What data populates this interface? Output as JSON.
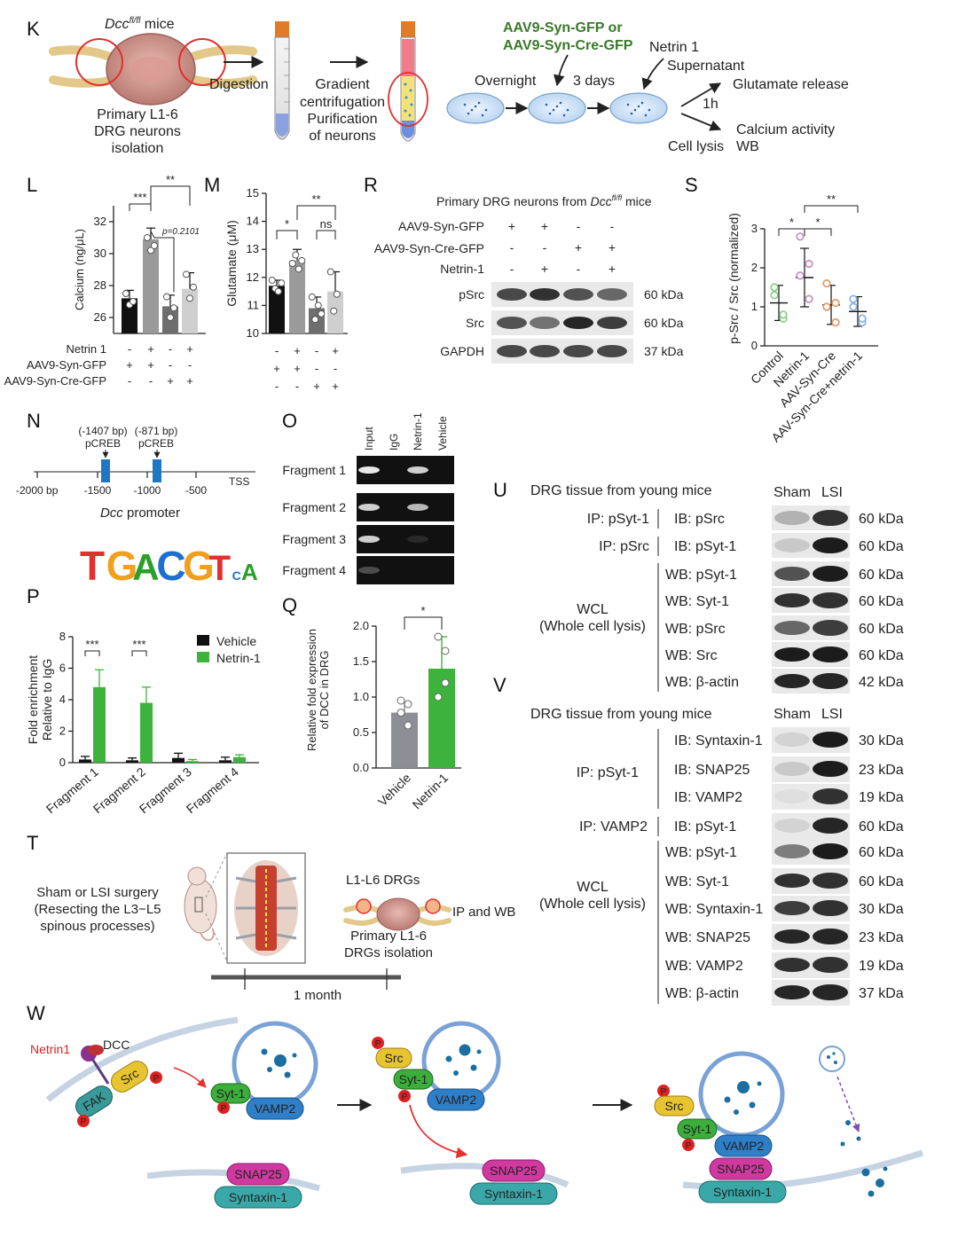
{
  "panels": {
    "K": "K",
    "L": "L",
    "M": "M",
    "R": "R",
    "S": "S",
    "N": "N",
    "O": "O",
    "P": "P",
    "Q": "Q",
    "U": "U",
    "V": "V",
    "T": "T",
    "W": "W"
  },
  "colors": {
    "black_bar": "#111111",
    "gray_bar": "#9a9a9a",
    "dark_gray_bar": "#6e6e6e",
    "light_gray_bar": "#cfcfcf",
    "green": "#3db33d",
    "vehicle_bar": "#8e8e96",
    "red_arrow": "#e53030",
    "blue_motif": "#1f77b4"
  },
  "k": {
    "mice_italic": "Dcc",
    "mice_sup": "fl/fl",
    "mice_suffix": " mice",
    "isolation": [
      "Primary L1-6",
      "DRG neurons",
      "isolation"
    ],
    "digestion": "Digestion",
    "gradient": [
      "Gradient",
      "centrifugation",
      "Purification",
      "of neurons"
    ],
    "aav": [
      "AAV9-Syn-GFP or",
      "AAV9-Syn-Cre-GFP"
    ],
    "netrin": "Netrin 1",
    "overnight": "Overnight",
    "days": "3 days",
    "supernatant": "Supernatant",
    "glutamate": "Glutamate release",
    "hour": "1h",
    "calcium": "Calcium activity",
    "lysis": "Cell lysis",
    "wb": "WB"
  },
  "conditions": {
    "row_labels": [
      "Netrin 1",
      "AAV9-Syn-GFP",
      "AAV9-Syn-Cre-GFP"
    ],
    "netrin": [
      "-",
      "+",
      "-",
      "+"
    ],
    "gfp": [
      "+",
      "+",
      "-",
      "-"
    ],
    "cre": [
      "-",
      "-",
      "+",
      "+"
    ]
  },
  "r": {
    "title_pre": "Primary DRG neurons from ",
    "title_italic": "Dcc",
    "title_sup": "fl/fl",
    "title_post": " mice",
    "rows": [
      "AAV9-Syn-GFP",
      "AAV9-Syn-Cre-GFP",
      "Netrin-1"
    ],
    "gfp": [
      "+",
      "+",
      "-",
      "-"
    ],
    "cre": [
      "-",
      "-",
      "+",
      "+"
    ],
    "netrin": [
      "-",
      "+",
      "-",
      "+"
    ],
    "bands": [
      {
        "name": "pSrc",
        "kda": "60 kDa"
      },
      {
        "name": "Src",
        "kda": "60 kDa"
      },
      {
        "name": "GAPDH",
        "kda": "37 kDa"
      }
    ]
  },
  "n": {
    "site1": [
      "(-1407 bp)",
      "pCREB"
    ],
    "site2": [
      "(-871 bp)",
      "pCREB"
    ],
    "ticks": [
      "-2000 bp",
      "-1500",
      "-1000",
      "-500",
      "TSS"
    ],
    "promoter_italic": "Dcc",
    "promoter_suffix": " promoter",
    "motif": "TGACGTCA"
  },
  "o": {
    "lanes": [
      "Input",
      "IgG",
      "Netrin-1",
      "Vehicle"
    ],
    "fragments": [
      "Fragment 1",
      "Fragment 2",
      "Fragment 3",
      "Fragment 4"
    ]
  },
  "u": {
    "title": "DRG tissue from young mice",
    "sham": "Sham",
    "lsi": "LSI",
    "ip_rows": [
      {
        "ip": "IP: pSyt-1",
        "ib": "IB: pSrc",
        "kda": "60 kDa"
      },
      {
        "ip": "IP: pSrc",
        "ib": "IB: pSyt-1",
        "kda": "60 kDa"
      }
    ],
    "wcl": [
      "WCL",
      "(Whole cell lysis)"
    ],
    "wb_rows": [
      {
        "wb": "WB: pSyt-1",
        "kda": "60 kDa"
      },
      {
        "wb": "WB: Syt-1",
        "kda": "60 kDa"
      },
      {
        "wb": "WB: pSrc",
        "kda": "60 kDa"
      },
      {
        "wb": "WB: Src",
        "kda": "60 kDa"
      },
      {
        "wb": "WB: β-actin",
        "kda": "42 kDa"
      }
    ]
  },
  "v": {
    "title": "DRG tissue from young mice",
    "sham": "Sham",
    "lsi": "LSI",
    "ip1": "IP: pSyt-1",
    "ip1_rows": [
      {
        "ib": "IB: Syntaxin-1",
        "kda": "30 kDa"
      },
      {
        "ib": "IB: SNAP25",
        "kda": "23 kDa"
      },
      {
        "ib": "IB: VAMP2",
        "kda": "19 kDa"
      }
    ],
    "ip2": "IP: VAMP2",
    "ip2_row": {
      "ib": "IB: pSyt-1",
      "kda": "60 kDa"
    },
    "wcl": [
      "WCL",
      "(Whole cell lysis)"
    ],
    "wb_rows": [
      {
        "wb": "WB: pSyt-1",
        "kda": "60 kDa"
      },
      {
        "wb": "WB: Syt-1",
        "kda": "60 kDa"
      },
      {
        "wb": "WB: Syntaxin-1",
        "kda": "30 kDa"
      },
      {
        "wb": "WB: SNAP25",
        "kda": "23 kDa"
      },
      {
        "wb": "WB: VAMP2",
        "kda": "19 kDa"
      },
      {
        "wb": "WB: β-actin",
        "kda": "37 kDa"
      }
    ]
  },
  "t": {
    "sham": [
      "Sham or LSI surgery",
      "(Resecting the L3−L5",
      "spinous processes)"
    ],
    "l1l6": "L1-L6 DRGs",
    "iso": [
      "Primary L1-6",
      "DRGs isolation"
    ],
    "ipwb": "IP and WB",
    "month": "1 month"
  },
  "w": {
    "netrin1": "Netrin1",
    "dcc": "DCC",
    "fak": "FAK",
    "src": "Src",
    "syt1": "Syt-1",
    "vamp2": "VAMP2",
    "snap25": "SNAP25",
    "syntaxin1": "Syntaxin-1",
    "p": "P"
  },
  "chart_data": [
    {
      "panel": "L",
      "type": "bar",
      "ylabel": "Calcium (ng/μL)",
      "ylim": [
        25,
        33
      ],
      "yticks": [
        26,
        28,
        30,
        32
      ],
      "values": [
        27.2,
        30.9,
        26.7,
        27.8
      ],
      "errors": [
        0.5,
        0.7,
        0.7,
        1.0
      ],
      "points": [
        [
          27.5,
          26.8,
          27.0
        ],
        [
          31.0,
          30.2,
          30.5
        ],
        [
          27.3,
          26.0,
          26.6
        ],
        [
          28.7,
          27.2,
          27.9
        ]
      ],
      "colors": [
        "#111111",
        "#9a9a9a",
        "#6e6e6e",
        "#cfcfcf"
      ],
      "annotations": [
        "***",
        "**",
        "p=0.2101"
      ]
    },
    {
      "panel": "M",
      "type": "bar",
      "ylabel": "Glutamate (μM)",
      "ylim": [
        10,
        15
      ],
      "yticks": [
        10,
        11,
        12,
        13,
        14,
        15
      ],
      "values": [
        11.7,
        12.6,
        10.9,
        11.5
      ],
      "errors": [
        0.2,
        0.4,
        0.4,
        0.7
      ],
      "points": [
        [
          11.9,
          11.6,
          11.5,
          11.8
        ],
        [
          12.5,
          12.8,
          12.3,
          12.6
        ],
        [
          11.3,
          10.5,
          11.0,
          10.7
        ],
        [
          12.2,
          10.8,
          11.4
        ]
      ],
      "colors": [
        "#111111",
        "#9a9a9a",
        "#6e6e6e",
        "#cfcfcf"
      ],
      "annotations": [
        "*",
        "**",
        "ns"
      ]
    },
    {
      "panel": "S",
      "type": "scatter",
      "ylabel": "p-Src / Src (normalized)",
      "ylim": [
        0,
        3
      ],
      "yticks": [
        0,
        1,
        2,
        3
      ],
      "categories": [
        "Control",
        "Netrin-1",
        "AAV-Syn-Cre",
        "AAV-Syn-Cre+netrin-1"
      ],
      "means": [
        1.1,
        1.75,
        1.05,
        0.88
      ],
      "sd": [
        0.45,
        0.75,
        0.5,
        0.38
      ],
      "points": [
        [
          1.3,
          0.7,
          1.5,
          0.8
        ],
        [
          2.8,
          1.2,
          1.8,
          2.1
        ],
        [
          1.6,
          0.6,
          1.0,
          1.1
        ],
        [
          1.2,
          0.6,
          1.0,
          0.7
        ]
      ],
      "colors": [
        "#8fcf8f",
        "#c693c6",
        "#e0a070",
        "#8fb3df"
      ],
      "annotations": [
        "*",
        "*",
        "**"
      ]
    },
    {
      "panel": "P",
      "type": "bar",
      "ylabel": "Fold enrichment Relative to IgG",
      "ylim": [
        0,
        8
      ],
      "yticks": [
        0,
        2,
        4,
        6,
        8
      ],
      "categories": [
        "Fragment 1",
        "Fragment 2",
        "Fragment 3",
        "Fragment 4"
      ],
      "series": [
        {
          "name": "Vehicle",
          "values": [
            0.2,
            0.15,
            0.3,
            0.15
          ],
          "errors": [
            0.2,
            0.15,
            0.3,
            0.2
          ],
          "color": "#111111"
        },
        {
          "name": "Netrin-1",
          "values": [
            4.8,
            3.8,
            0.1,
            0.35
          ],
          "errors": [
            1.1,
            1.0,
            0.1,
            0.15
          ],
          "color": "#3db33d"
        }
      ],
      "annotations": [
        "***",
        "***"
      ]
    },
    {
      "panel": "Q",
      "type": "bar",
      "ylabel": "Relative fold expression of DCC in DRG",
      "ylim": [
        0,
        2.0
      ],
      "yticks": [
        0.0,
        0.5,
        1.0,
        1.5,
        2.0
      ],
      "categories": [
        "Vehicle",
        "Netrin-1"
      ],
      "values": [
        0.78,
        1.4
      ],
      "errors": [
        0.15,
        0.45
      ],
      "points": [
        [
          0.95,
          0.6,
          0.78,
          0.9
        ],
        [
          1.85,
          1.65,
          1.0,
          1.2
        ]
      ],
      "colors": [
        "#8e8e96",
        "#3db33d"
      ],
      "annotations": [
        "*"
      ]
    }
  ]
}
